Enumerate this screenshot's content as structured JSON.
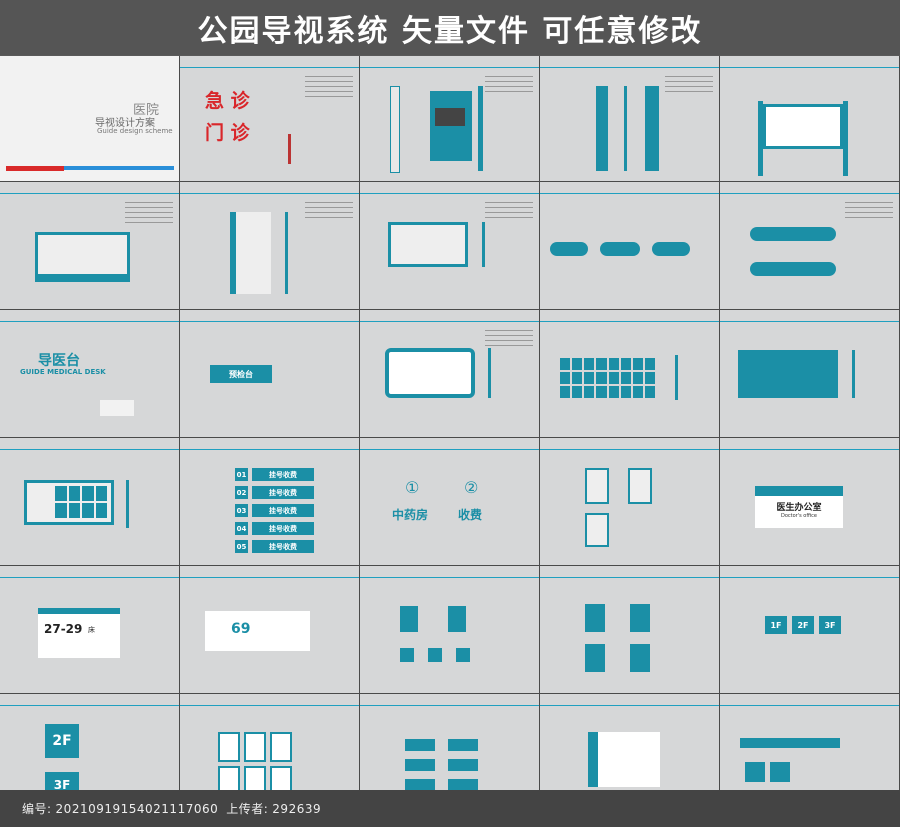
{
  "header": {
    "title": "公园导视系统  矢量文件 可任意修改"
  },
  "cover": {
    "title_cn": "医院",
    "subtitle_cn": "导视设计方案",
    "subtitle_en": "Guide design scheme"
  },
  "panels": {
    "emergency": {
      "line1": "急 诊",
      "line2": "门 诊"
    },
    "guide_desk": {
      "cn": "导医台",
      "en": "GUIDE MEDICAL DESK"
    },
    "precheck": {
      "label": "预检台"
    },
    "pay_rows": [
      {
        "num": "01",
        "label": "挂号收费"
      },
      {
        "num": "02",
        "label": "挂号收费"
      },
      {
        "num": "03",
        "label": "挂号收费"
      },
      {
        "num": "04",
        "label": "挂号收费"
      },
      {
        "num": "05",
        "label": "挂号收费"
      }
    ],
    "pharmacy": {
      "n1": "①",
      "t1": "中药房",
      "n2": "②",
      "t2": "收费"
    },
    "office": {
      "cn": "医生办公室",
      "en": "Doctor's office"
    },
    "bed": {
      "label": "27-29",
      "unit": "床"
    },
    "room": {
      "label": "69"
    },
    "floors": [
      "1F",
      "2F",
      "3F"
    ],
    "floor_big": {
      "f2": "2F",
      "f3": "3F"
    }
  },
  "footer": {
    "id_label": "编号:",
    "id_value": "20210919154021117060",
    "uploader_label": "上传者:",
    "uploader_value": "292639"
  }
}
